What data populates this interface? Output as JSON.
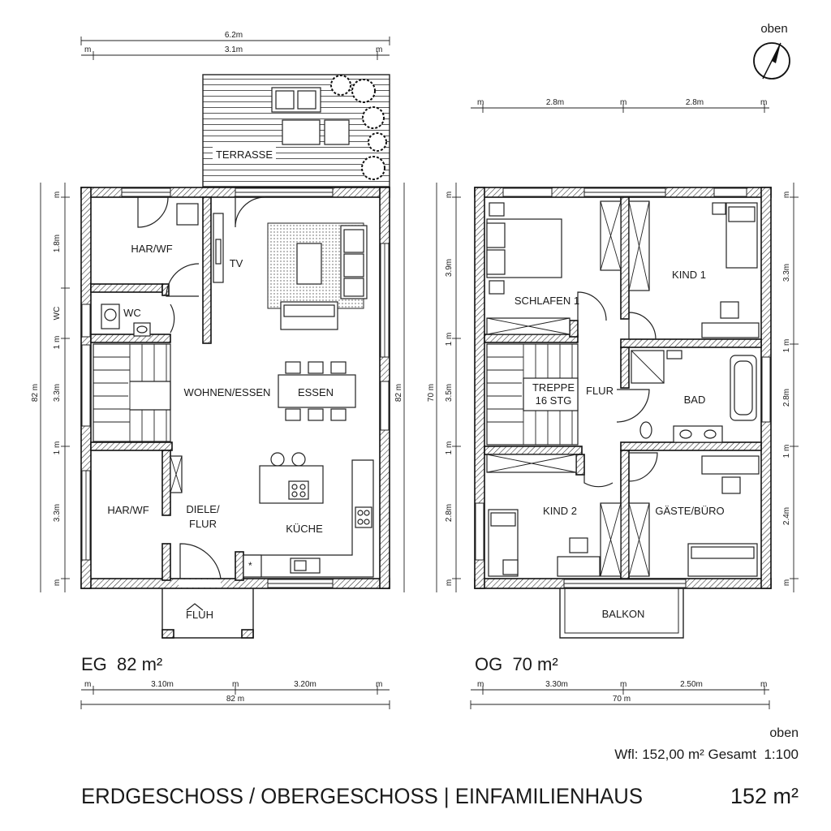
{
  "north": {
    "label": "oben"
  },
  "eg": {
    "floor_label": "EG  82 m²",
    "rooms": {
      "terrasse": "TERRASSE",
      "har_wf_top": "HAR/WF",
      "wc": "WC",
      "tv": "TV",
      "wohnen": "WOHNEN/ESSEN",
      "essen": "ESSEN",
      "har_wf_bottom": "HAR/WF",
      "diele_1": "DIELE/",
      "diele_2": "FLUR",
      "kueche": "KÜCHE",
      "flur_entry": "FLUH"
    },
    "dims": {
      "top_total": "6.2m",
      "top_inner": "3.1m",
      "m": "m",
      "left_1": "1.8m",
      "left_wc": "WC",
      "left_2": "1 m",
      "left_3": "3.3m",
      "left_4": "1 m",
      "left_5": "3.3m",
      "left_total": "82 m",
      "right_total": "82 m",
      "bottom_1": "3.10m",
      "bottom_2": "3.20m",
      "bottom_total": "82 m"
    }
  },
  "og": {
    "floor_label": "OG  70 m²",
    "rooms": {
      "schlafen": "SCHLAFEN 1",
      "kind1": "KIND 1",
      "treppe_1": "TREPPE",
      "treppe_2": "16 STG",
      "flur": "FLUR",
      "bad": "BAD",
      "kind2": "KIND 2",
      "gaeste": "GÄSTE/BÜRO",
      "balkon": "BALKON"
    },
    "dims": {
      "top_1": "2.8m",
      "top_2": "2.8m",
      "m": "m",
      "left_1": "3.9m",
      "left_2": "1 m",
      "left_3": "3.5m",
      "left_4": "1 m",
      "left_5": "2.8m",
      "left_total": "70 m",
      "right_1": "3.3m",
      "right_2": "1 m",
      "right_3": "2.8m",
      "right_4": "1 m",
      "right_5": "2.4m",
      "bottom_1": "3.30m",
      "bottom_2": "2.50m",
      "bottom_total": "70 m"
    }
  },
  "footer": {
    "oben": "oben",
    "info": "Wfl: 152,00 m² Gesamt  1:100",
    "title": "ERDGESCHOSS / OBERGESCHOSS | EINFAMILIENHAUS",
    "total": "152 m²"
  }
}
